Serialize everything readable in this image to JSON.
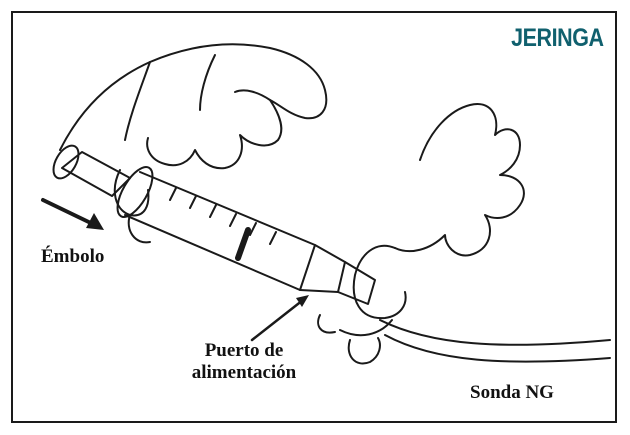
{
  "title": "JERINGA",
  "colors": {
    "title": "#10606e",
    "ink": "#1a1a1a"
  },
  "labels": {
    "plunger": "Émbolo",
    "feeding_port_line1": "Puerto de",
    "feeding_port_line2": "alimentación",
    "ng_tube": "Sonda NG"
  }
}
